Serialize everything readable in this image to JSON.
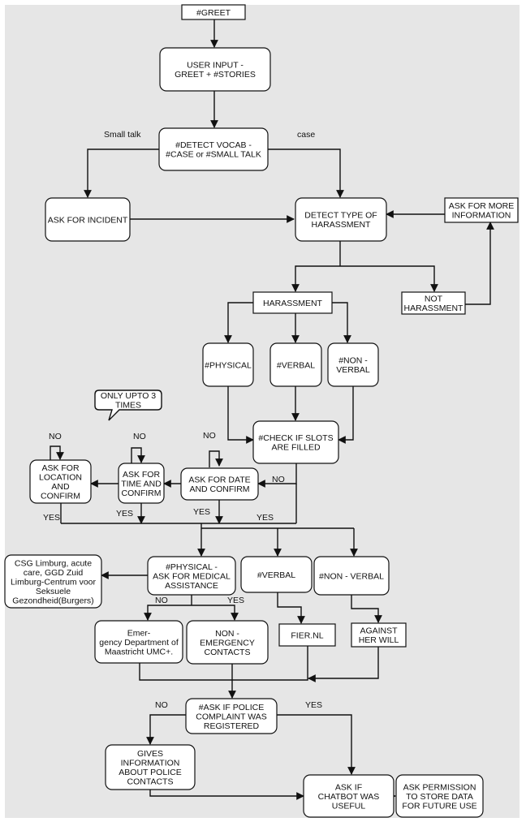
{
  "nodes": {
    "greet": {
      "lines": [
        "#GREET"
      ]
    },
    "user_input": {
      "lines": [
        "USER INPUT -",
        "GREET + #STORIES"
      ]
    },
    "detect_vocab": {
      "lines": [
        "#DETECT VOCAB -",
        "#CASE or #SMALL TALK"
      ]
    },
    "ask_incident": {
      "lines": [
        "ASK FOR INCIDENT"
      ]
    },
    "detect_type": {
      "lines": [
        "DETECT TYPE OF",
        "HARASSMENT"
      ]
    },
    "ask_more_info": {
      "lines": [
        "ASK FOR MORE",
        "INFORMATION"
      ]
    },
    "harassment": {
      "lines": [
        "HARASSMENT"
      ]
    },
    "not_harassment": {
      "lines": [
        "NOT",
        "HARASSMENT"
      ]
    },
    "physical": {
      "lines": [
        "#PHYSICAL"
      ]
    },
    "verbal": {
      "lines": [
        "#VERBAL"
      ]
    },
    "non_verbal": {
      "lines": [
        "#NON -",
        "VERBAL"
      ]
    },
    "callout": {
      "lines": [
        "ONLY UPTO 3",
        "TIMES"
      ]
    },
    "check_slots": {
      "lines": [
        "#CHECK IF SLOTS",
        "ARE FILLED"
      ]
    },
    "ask_location": {
      "lines": [
        "ASK FOR",
        "LOCATION",
        "AND",
        "CONFIRM"
      ]
    },
    "ask_time": {
      "lines": [
        "ASK FOR",
        "TIME AND",
        "CONFIRM"
      ]
    },
    "ask_date": {
      "lines": [
        "ASK FOR DATE",
        "AND CONFIRM"
      ]
    },
    "csg": {
      "lines": [
        "CSG Limburg, acute",
        "care, GGD Zuid",
        "Limburg-Centrum voor",
        "Seksuele",
        "Gezondheid(Burgers)"
      ]
    },
    "physical2": {
      "lines": [
        "#PHYSICAL -",
        "ASK FOR MEDICAL",
        "ASSISTANCE"
      ]
    },
    "verbal2": {
      "lines": [
        "#VERBAL"
      ]
    },
    "non_verbal2": {
      "lines": [
        "#NON - VERBAL"
      ]
    },
    "emergency": {
      "lines": [
        "Emer-",
        "gency Department of",
        "Maastricht UMC+."
      ]
    },
    "non_emergency": {
      "lines": [
        "NON -",
        "EMERGENCY",
        "CONTACTS"
      ]
    },
    "fier": {
      "lines": [
        "FIER.NL"
      ]
    },
    "against": {
      "lines": [
        "AGAINST",
        "HER WILL"
      ]
    },
    "ask_police": {
      "lines": [
        "#ASK IF POLICE",
        "COMPLAINT WAS",
        "REGISTERED"
      ]
    },
    "gives_info": {
      "lines": [
        "GIVES",
        "INFORMATION",
        "ABOUT POLICE",
        "CONTACTS"
      ]
    },
    "ask_useful": {
      "lines": [
        "ASK IF",
        "CHATBOT WAS",
        "USEFUL"
      ]
    },
    "ask_permission": {
      "lines": [
        "ASK PERMISSION",
        "TO STORE DATA",
        "FOR FUTURE USE"
      ]
    }
  },
  "labels": {
    "small_talk": "Small talk",
    "case": "case",
    "no_location": "NO",
    "no_time": "NO",
    "no_date": "NO",
    "no_slots": "NO",
    "yes_location": "YES",
    "yes_time": "YES",
    "yes_date": "YES",
    "yes_slots": "YES",
    "no_medical": "NO",
    "yes_medical": "YES",
    "no_police": "NO",
    "yes_police": "YES"
  }
}
